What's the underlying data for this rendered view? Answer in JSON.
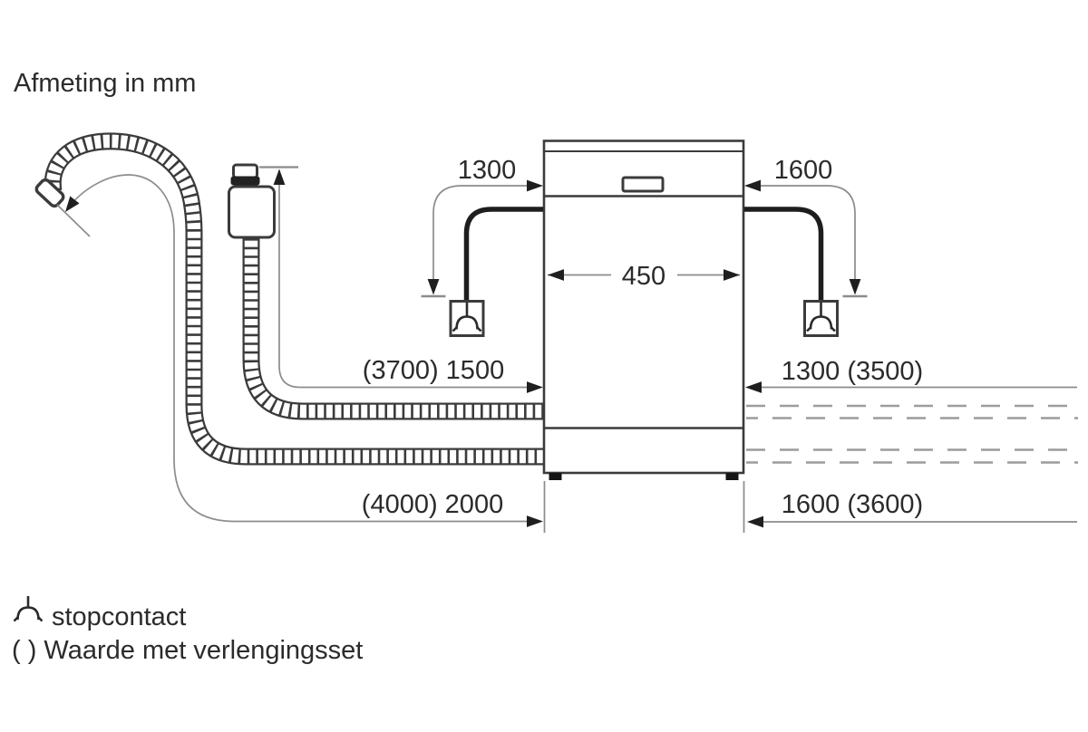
{
  "title": "Afmeting in mm",
  "labels": {
    "cord_left": "1300",
    "cord_right": "1600",
    "appliance_width": "450",
    "supply_left": "(3700) 1500",
    "supply_right": "1300 (3500)",
    "drain_left": "(4000) 2000",
    "drain_right": "1600 (3600)"
  },
  "legend": {
    "socket_label": "stopcontact",
    "extension_note": "( ) Waarde met verlengingsset"
  },
  "icons": {
    "socket": "stopcontact-icon"
  },
  "colors": {
    "line_dark": "#3b3b3b",
    "dim_gray": "#8c8c8c",
    "dash_gray": "#9c9c9c",
    "arrow_black": "#1f1f1f",
    "background": "#ffffff"
  }
}
